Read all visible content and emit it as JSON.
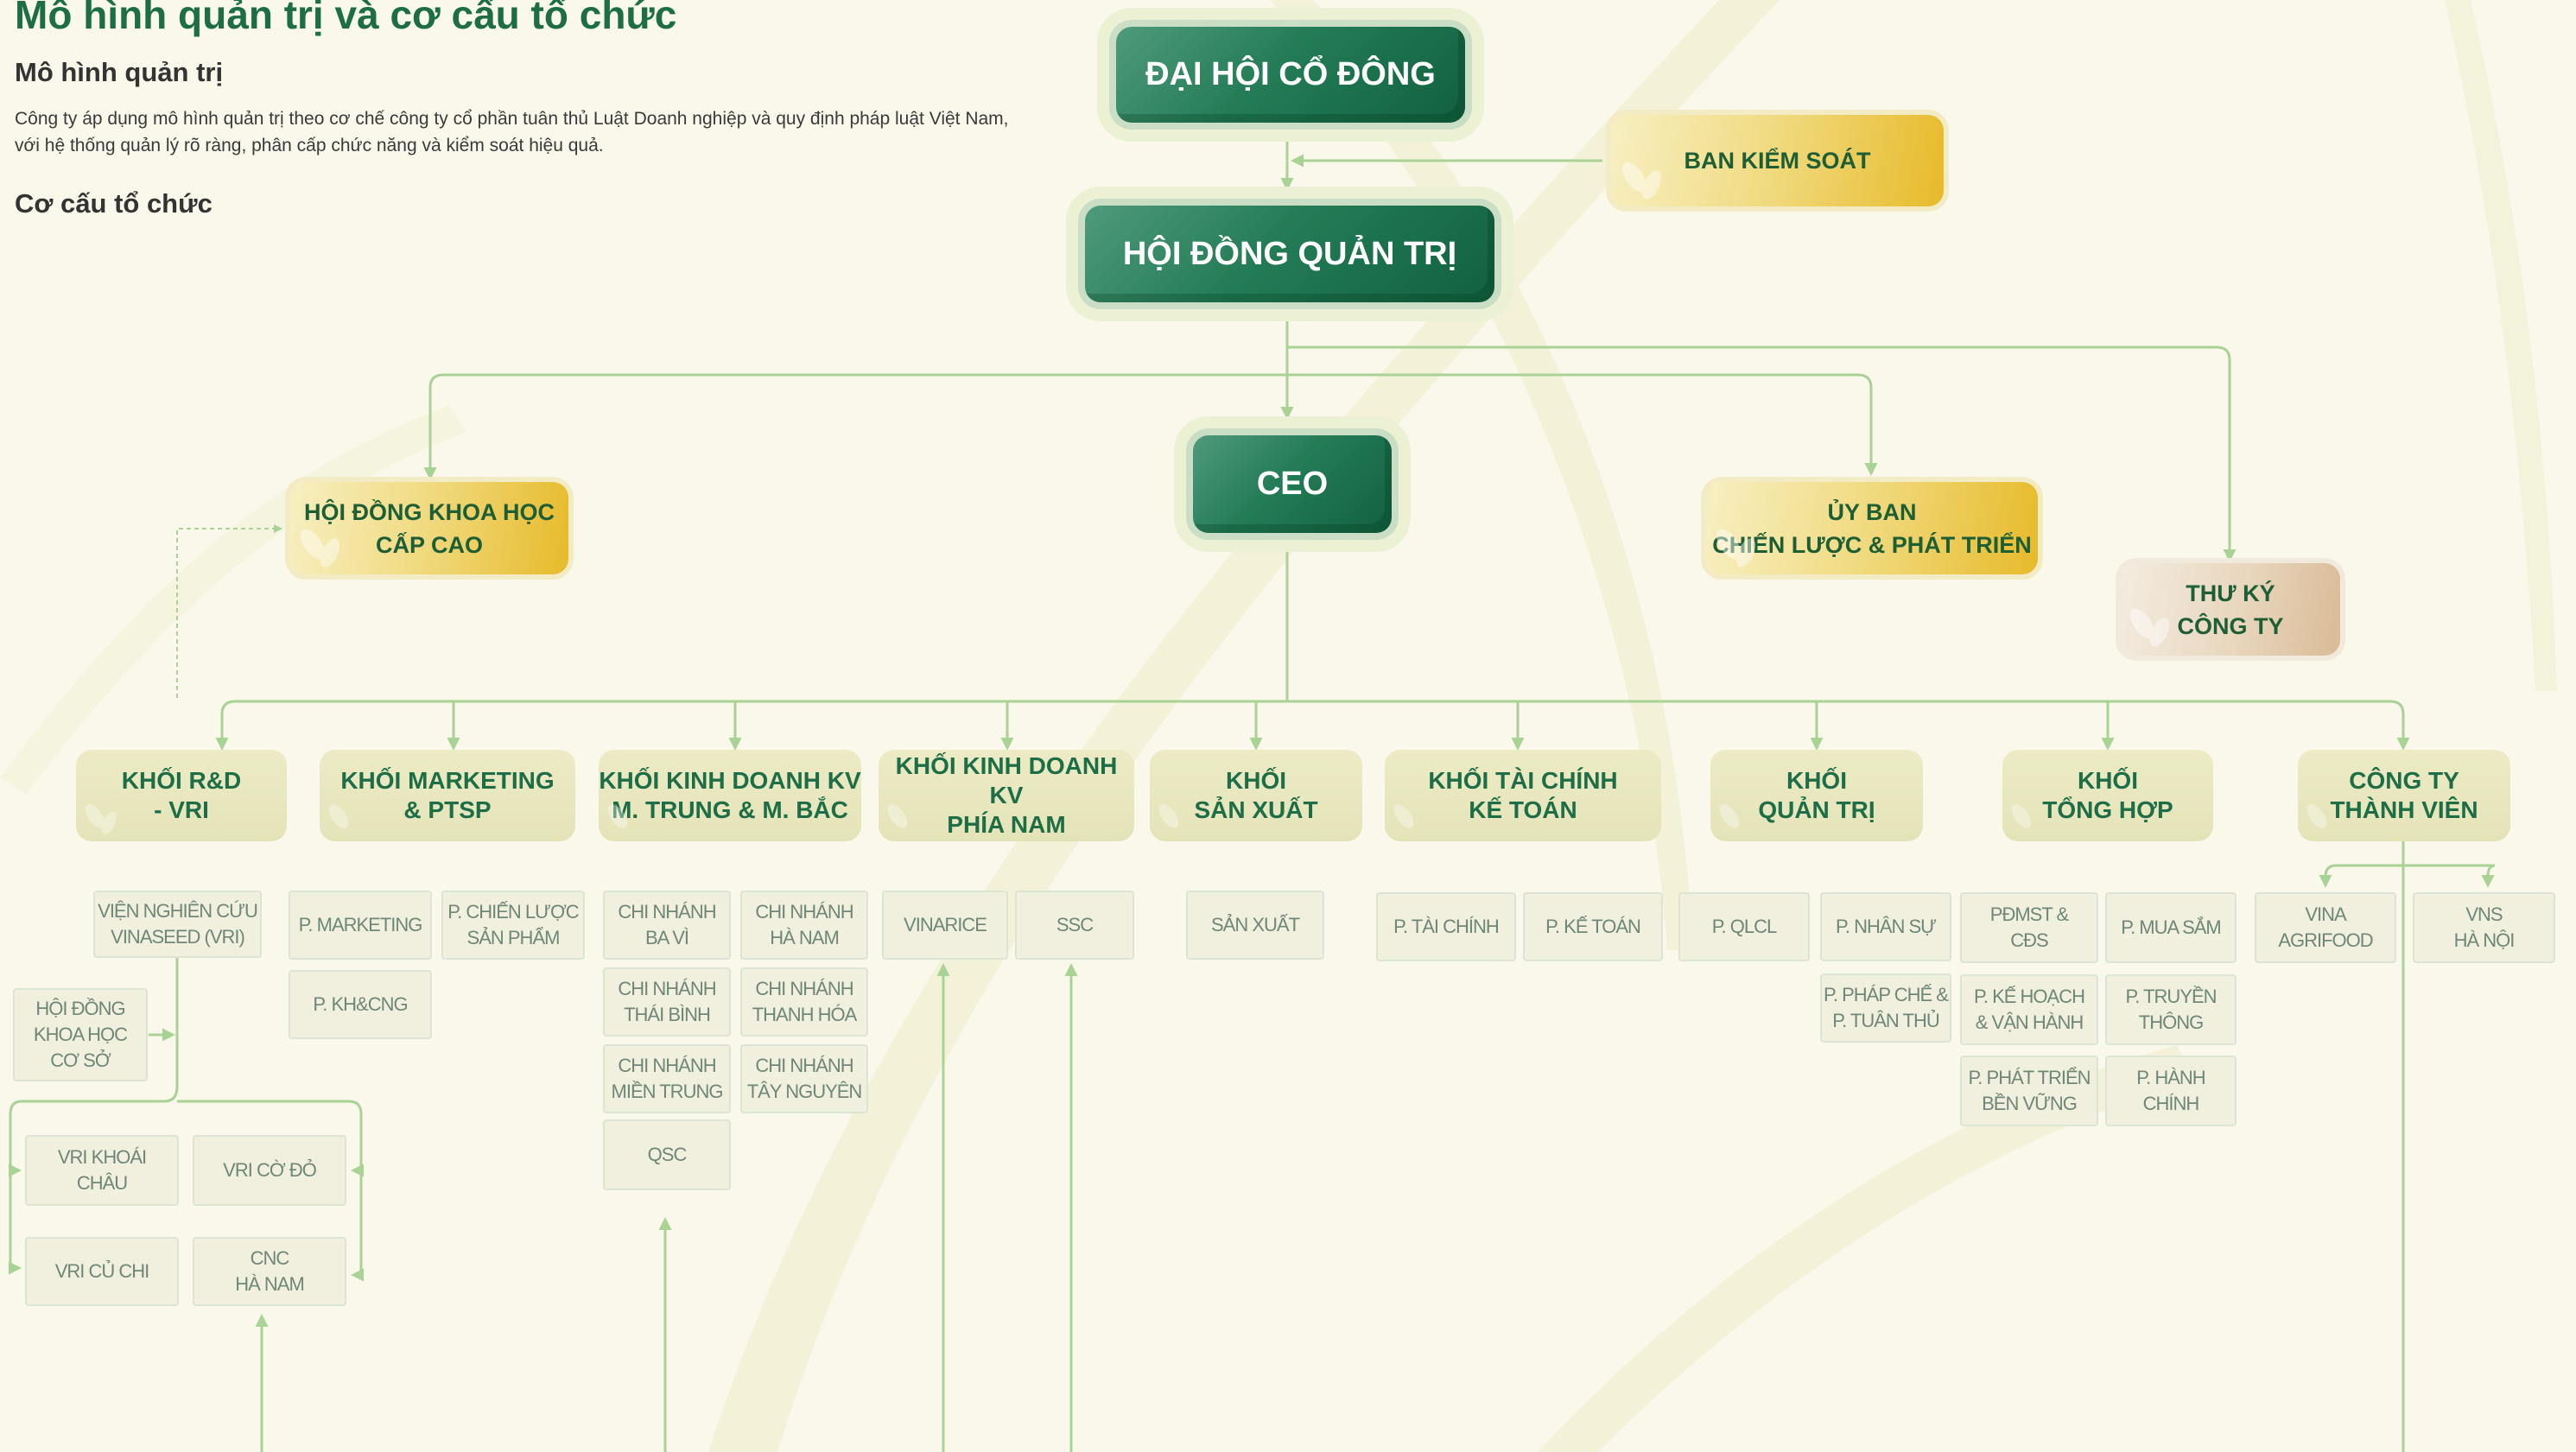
{
  "page": {
    "title": "Mô hình quản trị và cơ cấu tổ chức",
    "governance_heading": "Mô hình quản trị",
    "governance_text": "Công ty áp dụng mô hình quản trị theo cơ chế công ty cổ phần tuân thủ Luật Doanh nghiệp và quy định pháp luật Việt Nam, với hệ thống quản lý rõ ràng, phân cấp chức năng và kiểm soát hiệu quả.",
    "structure_heading": "Cơ cấu tổ chức"
  },
  "top": {
    "shareholders": "ĐẠI HỘI CỔ ĐÔNG",
    "supervisory": "BAN KIỂM SOÁT",
    "board": "HỘI ĐỒNG QUẢN TRỊ",
    "science_council": "HỘI ĐỒNG KHOA HỌC\nCẤP CAO",
    "ceo": "CEO",
    "strategy_committee": "ỦY BAN\nCHIẾN LƯỢC & PHÁT TRIỂN",
    "secretary": "THƯ KÝ\nCÔNG TY"
  },
  "divisions": {
    "rd": "KHỐI R&D\n- VRI",
    "marketing": "KHỐI MARKETING\n& PTSP",
    "sales_north": "KHỐI KINH DOANH KV\nM. TRUNG & M. BẮC",
    "sales_south": "KHỐI KINH DOANH KV\nPHÍA NAM",
    "production": "KHỐI\nSẢN XUẤT",
    "finance": "KHỐI TÀI CHÍNH\nKẾ TOÁN",
    "admin": "KHỐI\nQUẢN TRỊ",
    "general": "KHỐI\nTỔNG HỢP",
    "members": "CÔNG TY\nTHÀNH VIÊN"
  },
  "units": {
    "vri_institute": "VIỆN NGHIÊN CỨU\nVINASEED (VRI)",
    "base_science_council": "HỘI ĐỒNG\nKHOA HỌC\nCƠ SỞ",
    "vri_khoai_chau": "VRI KHOÁI\nCHÂU",
    "vri_co_do": "VRI CỜ ĐỎ",
    "vri_cu_chi": "VRI CỦ CHI",
    "cnc_ha_nam": "CNC\nHÀ NAM",
    "p_marketing": "P. MARKETING",
    "p_product_strategy": "P. CHIẾN LƯỢC\nSẢN PHẨM",
    "p_khcng": "P. KH&CNG",
    "cn_ba_vi": "CHI NHÁNH\nBA VÌ",
    "cn_ha_nam": "CHI NHÁNH\nHÀ NAM",
    "cn_thai_binh": "CHI NHÁNH\nTHÁI BÌNH",
    "cn_thanh_hoa": "CHI NHÁNH\nTHANH HÓA",
    "cn_mien_trung": "CHI NHÁNH\nMIỀN TRUNG",
    "cn_tay_nguyen": "CHI NHÁNH\nTÂY NGUYÊN",
    "qsc": "QSC",
    "vinarice": "VINARICE",
    "ssc": "SSC",
    "san_xuat": "SẢN XUẤT",
    "p_tai_chinh": "P. TÀI CHÍNH",
    "p_ke_toan": "P. KẾ TOÁN",
    "p_qlcl": "P. QLCL",
    "p_nhan_su": "P. NHÂN SỰ",
    "p_phap_che": "P. PHÁP CHẾ &\nP. TUÂN THỦ",
    "pdmst_cds": "PĐMST &\nCĐS",
    "p_mua_sam": "P. MUA SẮM",
    "p_ke_hoach": "P. KẾ HOẠCH\n& VẬN HÀNH",
    "p_truyen_thong": "P. TRUYỀN\nTHÔNG",
    "p_phat_trien": "P. PHÁT TRIỂN\nBỀN VỮNG",
    "p_hanh_chinh": "P. HÀNH\nCHÍNH",
    "vina_agrifood": "VINA\nAGRIFOOD",
    "vns_ha_noi": "VNS\nHÀ NỘI"
  },
  "colors": {
    "background": "#f9f8ea",
    "primary_green": "#1d6e47",
    "gold": "#e7ba2a",
    "connector": "#a9d295",
    "division_fill": "#e6e5bb",
    "unit_text": "#6f8778"
  }
}
